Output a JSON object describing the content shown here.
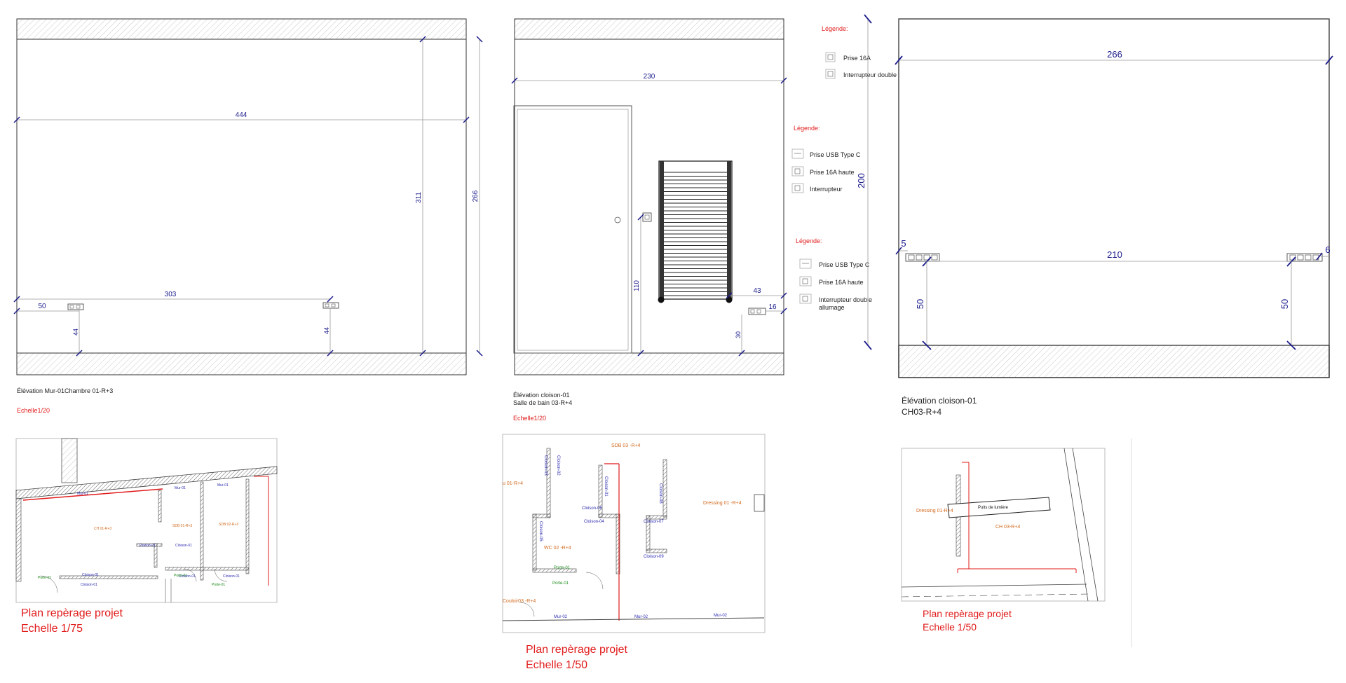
{
  "panel1": {
    "dims": {
      "width_total": "444",
      "height_right": "311",
      "height_outer": "266",
      "span": "303",
      "left_offset": "50",
      "socket_h_left": "44",
      "socket_h_right": "44"
    },
    "caption": "Élévation Mur-01Chambre 01-R+3",
    "scale": "Echelle1/20",
    "plan_title": "Plan repèrage projet",
    "plan_scale": "Echelle 1/75",
    "plan_labels": {
      "room_a": "CH 01-R+3",
      "room_b": "SDB 01-R+3",
      "room_c": "SDB 02-R+3",
      "mur_a": "Mur-01",
      "mur_b": "Mur-01",
      "mur_c": "Mur-01",
      "c1": "Cloison-01",
      "c2": "Cloison-01",
      "c3": "Cloison-01",
      "c4": "Cloison-01",
      "c5": "Cloison-01",
      "c6": "Cloison-01",
      "porte_a": "Porte-01",
      "porte_b": "Porte-01",
      "porte_c": "Porte-01"
    }
  },
  "panel2": {
    "dims": {
      "width": "230",
      "height_radiator": "110",
      "right_43": "43",
      "right_16": "16",
      "right_30": "30"
    },
    "caption_line1": "Élévation cloison-01",
    "caption_line2": "Salle de bain 03-R+4",
    "scale": "Echelle1/20",
    "plan_title": "Plan repèrage projet",
    "plan_scale": "Echelle 1/50",
    "plan_labels": {
      "sdb": "SDB 03 -R+4",
      "room_left": "u 01-R+4",
      "dressing": "Dressing 01 -R+4",
      "wc": "WC 02 -R+4",
      "couloir": "Couloir03 -R+4",
      "c03": "Cloison-03",
      "c02": "Cloison-02",
      "c06": "Cloison-06",
      "c01": "Cloison-01",
      "c04": "Cloison-04",
      "c05": "Cloison-05",
      "c07": "Cloison-07",
      "c08": "Cloison-08",
      "c09": "Cloison-09",
      "porte_a": "Porte-01",
      "porte_b": "Porte-01",
      "mur_a": "Mur-02",
      "mur_b": "Mur-02",
      "mur_c": "Mur-02"
    }
  },
  "legend_a": {
    "title": "Légende:",
    "items": [
      "Prise 16A",
      "Interrupteur double"
    ]
  },
  "legend_b": {
    "title": "Légende:",
    "items": [
      "Prise USB Type C",
      "Prise 16A haute",
      "Interrupteur"
    ]
  },
  "legend_c": {
    "title": "Légende:",
    "items": [
      "Prise USB Type C",
      "Prise 16A haute",
      "Interrupteur double",
      "allumage"
    ]
  },
  "panel3": {
    "dims": {
      "width": "266",
      "height": "200",
      "span": "210",
      "left": "5",
      "right": "6",
      "h_left": "50",
      "h_right": "50"
    },
    "caption_line1": "Élévation cloison-01",
    "caption_line2": "CH03-R+4",
    "plan_title": "Plan repèrage projet",
    "plan_scale": "Echelle 1/50",
    "plan_labels": {
      "dressing": "Dressing 01-R+4",
      "puits": "Puits de lumière",
      "ch": "CH 03-R+4"
    }
  }
}
